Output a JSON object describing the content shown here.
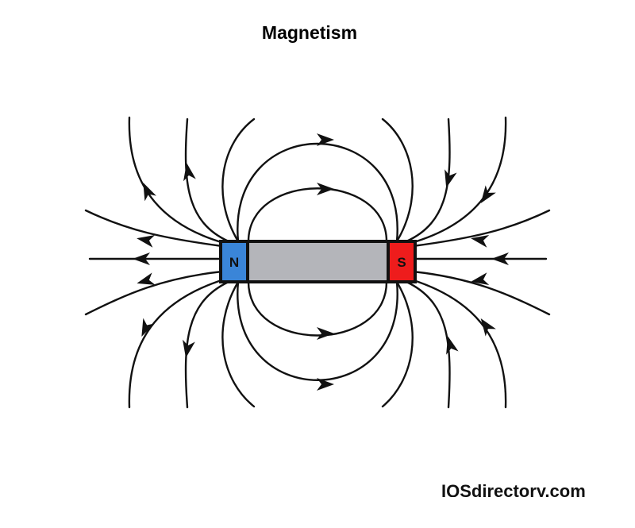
{
  "title": "Magnetism",
  "magnet": {
    "north_label": "N",
    "south_label": "S",
    "north_color": "#3a85d8",
    "south_color": "#ee1c1c",
    "body_color": "#b4b5ba",
    "outline_color": "#111111"
  },
  "watermark": "IQSdirectory.com",
  "icons": [
    "field-line-arrow-icon"
  ]
}
